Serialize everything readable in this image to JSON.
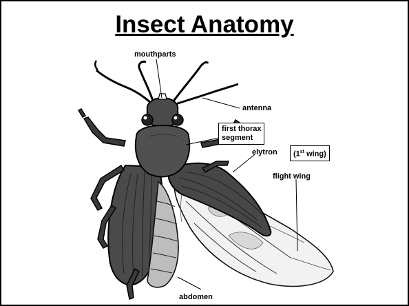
{
  "slide": {
    "title": "Insect Anatomy"
  },
  "labels": {
    "mouthparts": "mouthparts",
    "antenna": "antenna",
    "first_thorax_line1": "first thorax",
    "first_thorax_line2": "segment",
    "elytron": "elytron",
    "first_wing_prefix": "(1",
    "first_wing_sup": "st",
    "first_wing_suffix": " wing)",
    "flight_wing": "flight wing",
    "abdomen": "abdomen"
  }
}
